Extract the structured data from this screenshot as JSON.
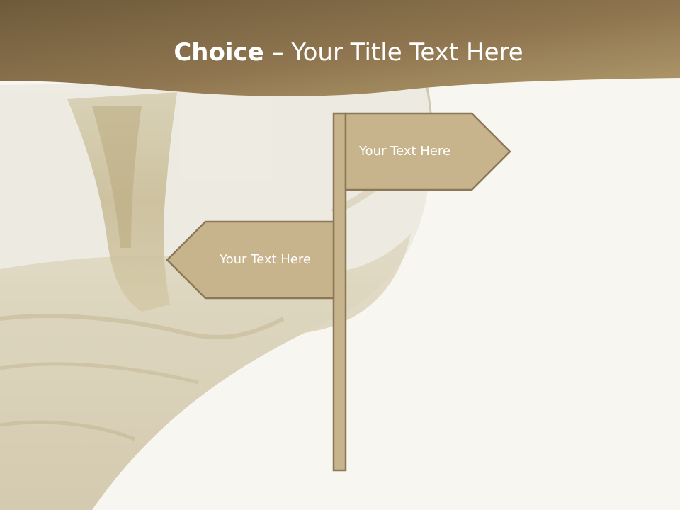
{
  "slide": {
    "title_bold": "Choice",
    "title_rest": " – Your Title Text Here",
    "sign_right_text": "Your Text Here",
    "sign_left_text": "Your Text Here"
  },
  "colors": {
    "header_dark": "#7a6440",
    "header_light": "#b49c6c",
    "sign_fill": "#c8b48c",
    "sign_stroke": "#8a7858",
    "background": "#f8f6f1"
  }
}
